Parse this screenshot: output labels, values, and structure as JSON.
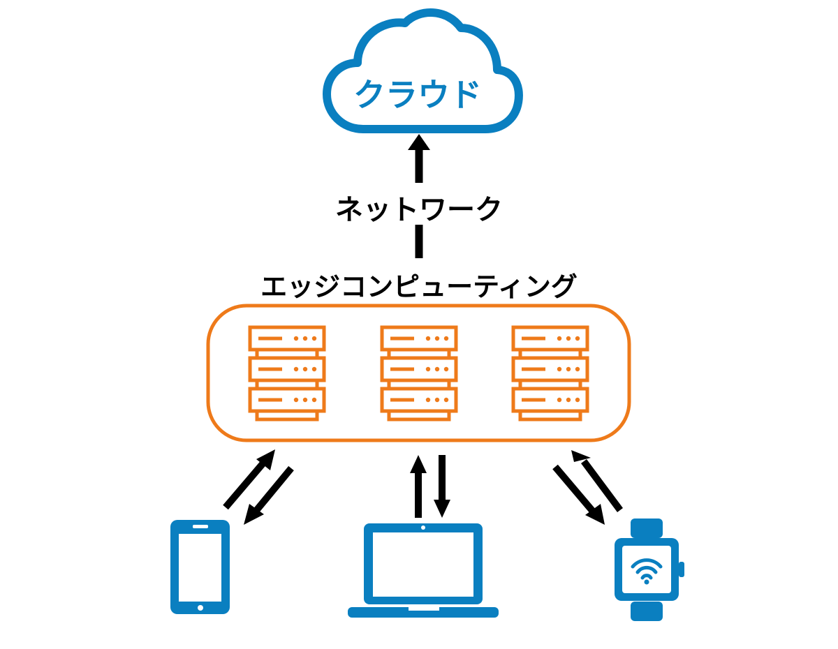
{
  "labels": {
    "cloud": "クラウド",
    "network": "ネットワーク",
    "edge_computing": "エッジコンピューティング"
  },
  "colors": {
    "blue": "#0a7fc0",
    "orange": "#ee7a1a",
    "arrow": "#000000"
  },
  "icons": {
    "cloud": "cloud-icon",
    "server": "server-rack-icon",
    "smartphone": "smartphone-icon",
    "laptop": "laptop-icon",
    "smartwatch": "smartwatch-wifi-icon"
  }
}
